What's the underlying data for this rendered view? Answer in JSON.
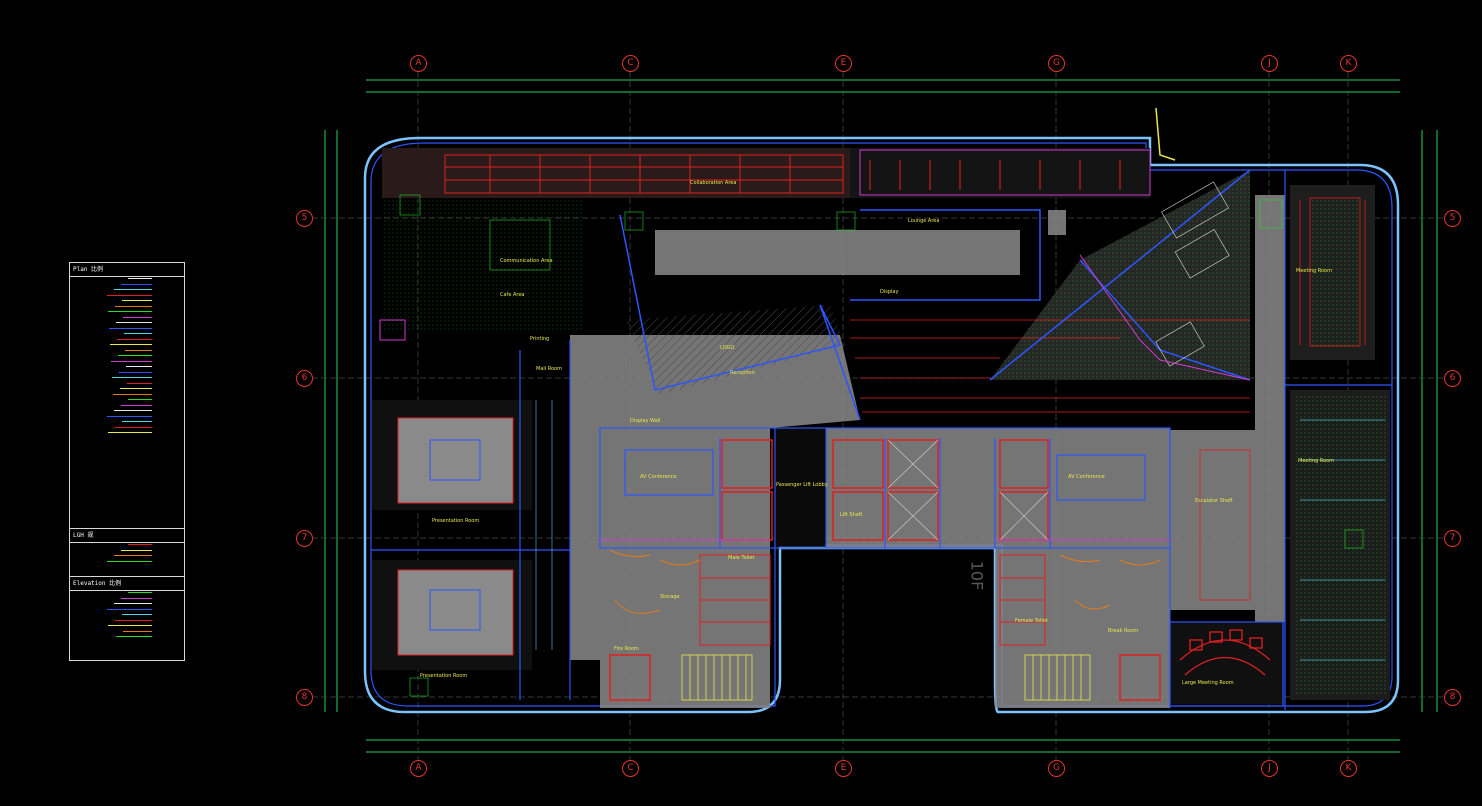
{
  "grid": {
    "columns": [
      "A",
      "C",
      "E",
      "G",
      "J",
      "K"
    ],
    "rows": [
      "5",
      "6",
      "7",
      "8"
    ]
  },
  "floor_tag": "10F",
  "legend": {
    "sections": [
      {
        "title": "Plan 比例",
        "rows": 29
      },
      {
        "title": "LGH 规",
        "rows": 4
      },
      {
        "title": "Elevation 比例",
        "rows": 9
      }
    ]
  },
  "rooms": [
    {
      "label": "Collaboration Area"
    },
    {
      "label": "Communication Area"
    },
    {
      "label": "Lounge Area"
    },
    {
      "label": "Cafe Area"
    },
    {
      "label": "Printing"
    },
    {
      "label": "LOGO"
    },
    {
      "label": "Reception"
    },
    {
      "label": "Display"
    },
    {
      "label": "Display Wall"
    },
    {
      "label": "Passenger Lift Lobby"
    },
    {
      "label": "Lift Shaft"
    },
    {
      "label": "Escalator Shaft"
    },
    {
      "label": "Mail Room"
    },
    {
      "label": "AV Conference"
    },
    {
      "label": "Presentation Room"
    },
    {
      "label": "Meeting Room"
    },
    {
      "label": "Large Meeting Room"
    },
    {
      "label": "Male Toilet"
    },
    {
      "label": "Female Toilet"
    },
    {
      "label": "Fire Room"
    },
    {
      "label": "Storage"
    },
    {
      "label": "Break Room"
    }
  ],
  "colors": {
    "background": "#000000",
    "wall": "#2c55ff",
    "wall_outer": "#7cc2ff",
    "furniture": "#24e02a",
    "dimension": "#1fd35a",
    "grid_bubble": "#e2382e",
    "red_furniture": "#e02020",
    "magenta": "#d23ad2",
    "yellow": "#e8e84a",
    "fill_grey": "#8a8a8a",
    "orange": "#e07b1a",
    "cyan": "#4ad8e8"
  }
}
